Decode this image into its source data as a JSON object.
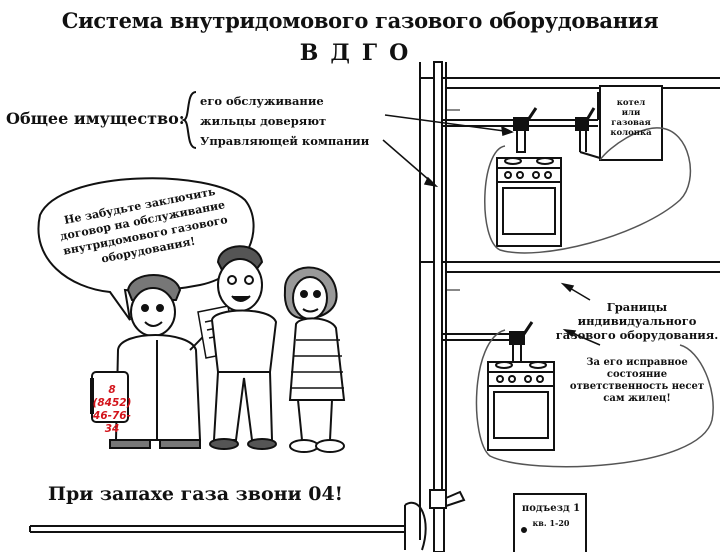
{
  "header": {
    "title": "Система внутридомового газового оборудования",
    "subtitle": "ВДГО"
  },
  "common_property": {
    "label": "Общее имущество:",
    "items": [
      "его обслуживание",
      "жильцы доверяют",
      "Управляющей компании"
    ]
  },
  "speech_bubble": {
    "lines": [
      "Не забудьте заключить",
      "договор на обслуживание",
      "внутридомового газового",
      "оборудования!"
    ]
  },
  "contact": {
    "phone_code": "8 (8452)",
    "phone_number": "46-76-34"
  },
  "footer": {
    "gas_smell_notice": "При запахе газа звони 04!"
  },
  "boiler": {
    "lines": [
      "котел",
      "или",
      "газовая",
      "колонка"
    ]
  },
  "boundaries": {
    "lines": [
      "Границы",
      "индивидуального",
      "газового оборудования."
    ]
  },
  "responsibility": {
    "lines": [
      "За его исправное",
      "состояние",
      "ответственность несет",
      "сам жилец!"
    ]
  },
  "entrance_sign": {
    "title": "подъезд 1",
    "apartments": "кв. 1-20"
  }
}
